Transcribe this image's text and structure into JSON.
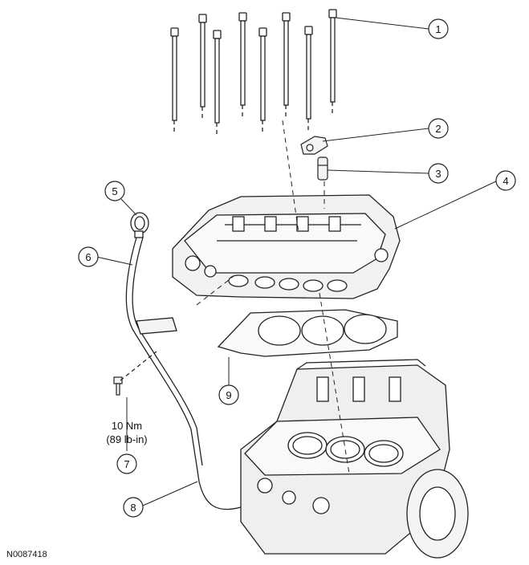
{
  "figure_id": "N0087418",
  "callouts": [
    {
      "number": "1",
      "part": "cylinder head bolt"
    },
    {
      "number": "2",
      "part": "roller finger follower"
    },
    {
      "number": "3",
      "part": "hydraulic lash adjuster"
    },
    {
      "number": "4",
      "part": "cylinder head"
    },
    {
      "number": "5",
      "part": "oil level indicator"
    },
    {
      "number": "6",
      "part": "oil level indicator tube"
    },
    {
      "number": "7",
      "part": "oil level indicator tube bolt"
    },
    {
      "number": "8",
      "part": "oil level indicator tube o-ring"
    },
    {
      "number": "9",
      "part": "cylinder head gasket"
    }
  ],
  "torque_spec": {
    "metric": "10 Nm",
    "imperial": "(89 lb-in)"
  }
}
